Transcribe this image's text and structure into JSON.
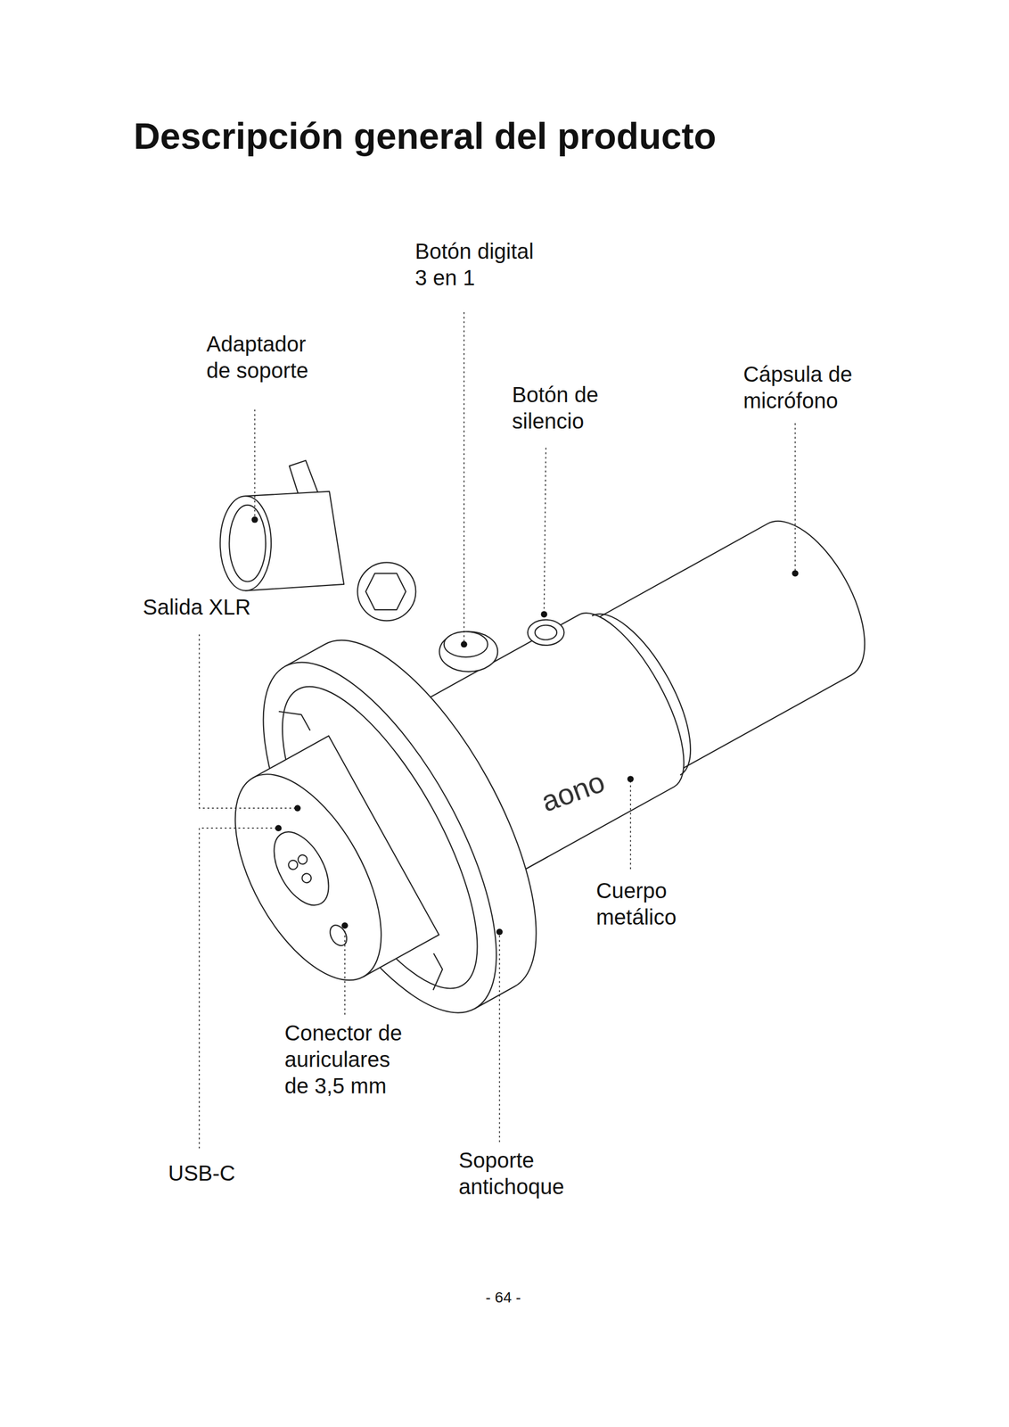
{
  "diagram": {
    "title": "Descripción general del producto",
    "labels": [
      "Botón digital 3 en 1",
      "Adaptador de soporte",
      "Botón de silencio",
      "Cápsula de micrófono",
      "Salida XLR",
      "Cuerpo metálico",
      "Conector de auriculares de 3,5 mm",
      "USB-C",
      "Soporte antichoque",
      "aono",
      "- 64 -"
    ]
  }
}
